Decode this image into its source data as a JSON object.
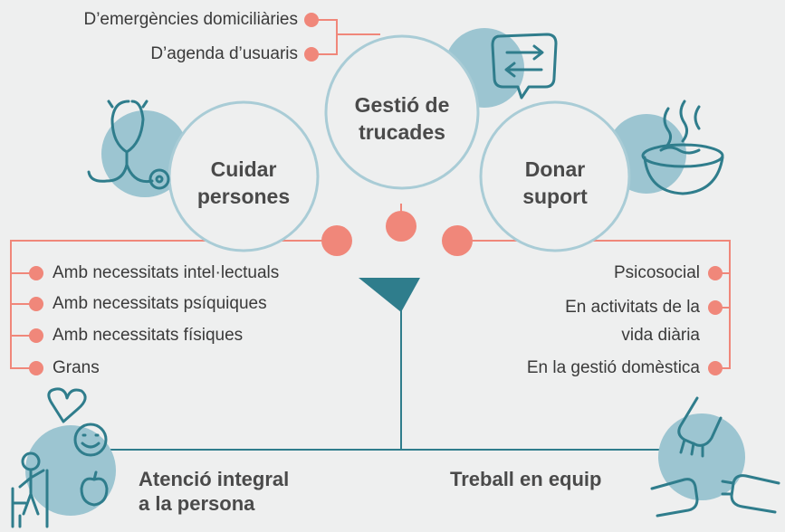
{
  "colors": {
    "background": "#eeefef",
    "teal": "#2f7d8c",
    "teal_light": "#9cc5d1",
    "circle_stroke": "#a9ccd6",
    "coral": "#f0877a",
    "text": "#3a3a3a"
  },
  "nodes": {
    "calls": {
      "line1": "Gestió de",
      "line2": "trucades",
      "icon": "swap-chat-icon"
    },
    "care": {
      "line1": "Cuidar",
      "line2": "persones",
      "icon": "stethoscope-icon"
    },
    "support": {
      "line1": "Donar",
      "line2": "suport",
      "icon": "soup-bowl-icon"
    }
  },
  "calls_items": [
    "D’emergències domiciliàries",
    "D’agenda d’usuaris"
  ],
  "care_items": [
    "Amb necessitats intel·lectuals",
    "Amb necessitats psíquiques",
    "Amb necessitats físiques",
    "Grans"
  ],
  "support_items": [
    "Psicosocial",
    "En activitats de la",
    "vida diària",
    "En la gestió domèstica"
  ],
  "bottom": {
    "left": {
      "line1": "Atenció integral",
      "line2": "a la persona",
      "icon": "person-care-icon"
    },
    "right": {
      "line1": "Treball en equip",
      "icon": "hands-icon"
    }
  }
}
